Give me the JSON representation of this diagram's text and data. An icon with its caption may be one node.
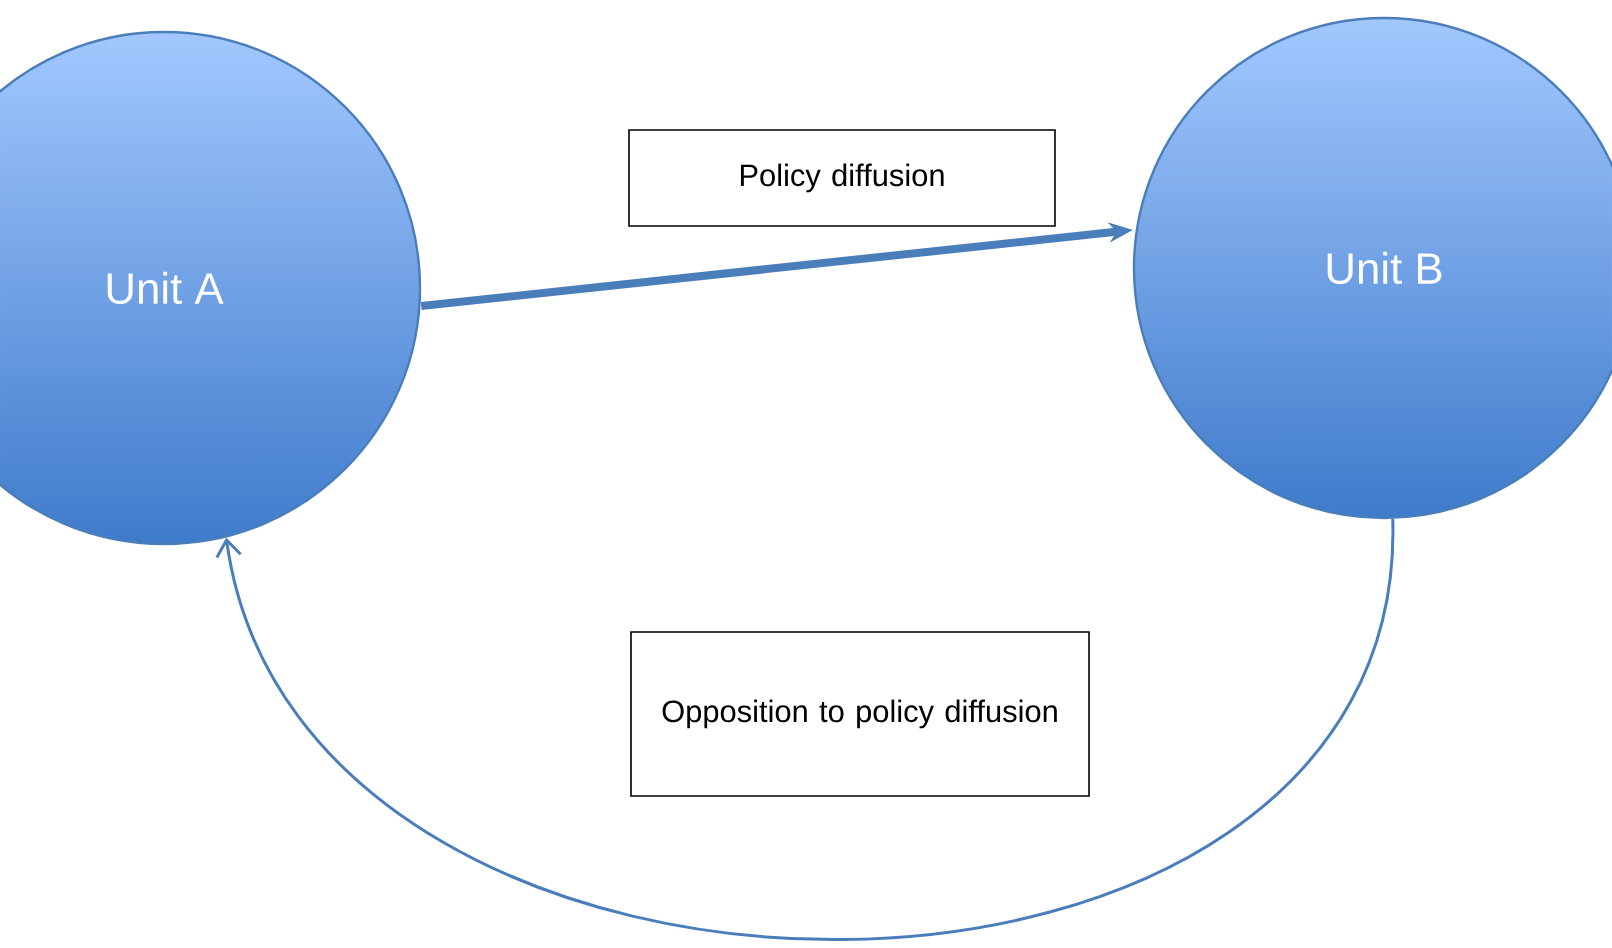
{
  "diagram": {
    "nodes": [
      {
        "text": [
          "Unit A"
        ]
      },
      {
        "text": [
          "Unit B"
        ]
      },
      {
        "text": [
          "Policy diffusion"
        ]
      },
      {
        "text": [
          "Opposition to policy diffusion"
        ]
      }
    ],
    "edges": [
      {
        "from": 0,
        "to": 1,
        "arrow": "to",
        "style": "thick"
      },
      {
        "from": 1,
        "to": 0,
        "arrow": "to"
      }
    ]
  }
}
